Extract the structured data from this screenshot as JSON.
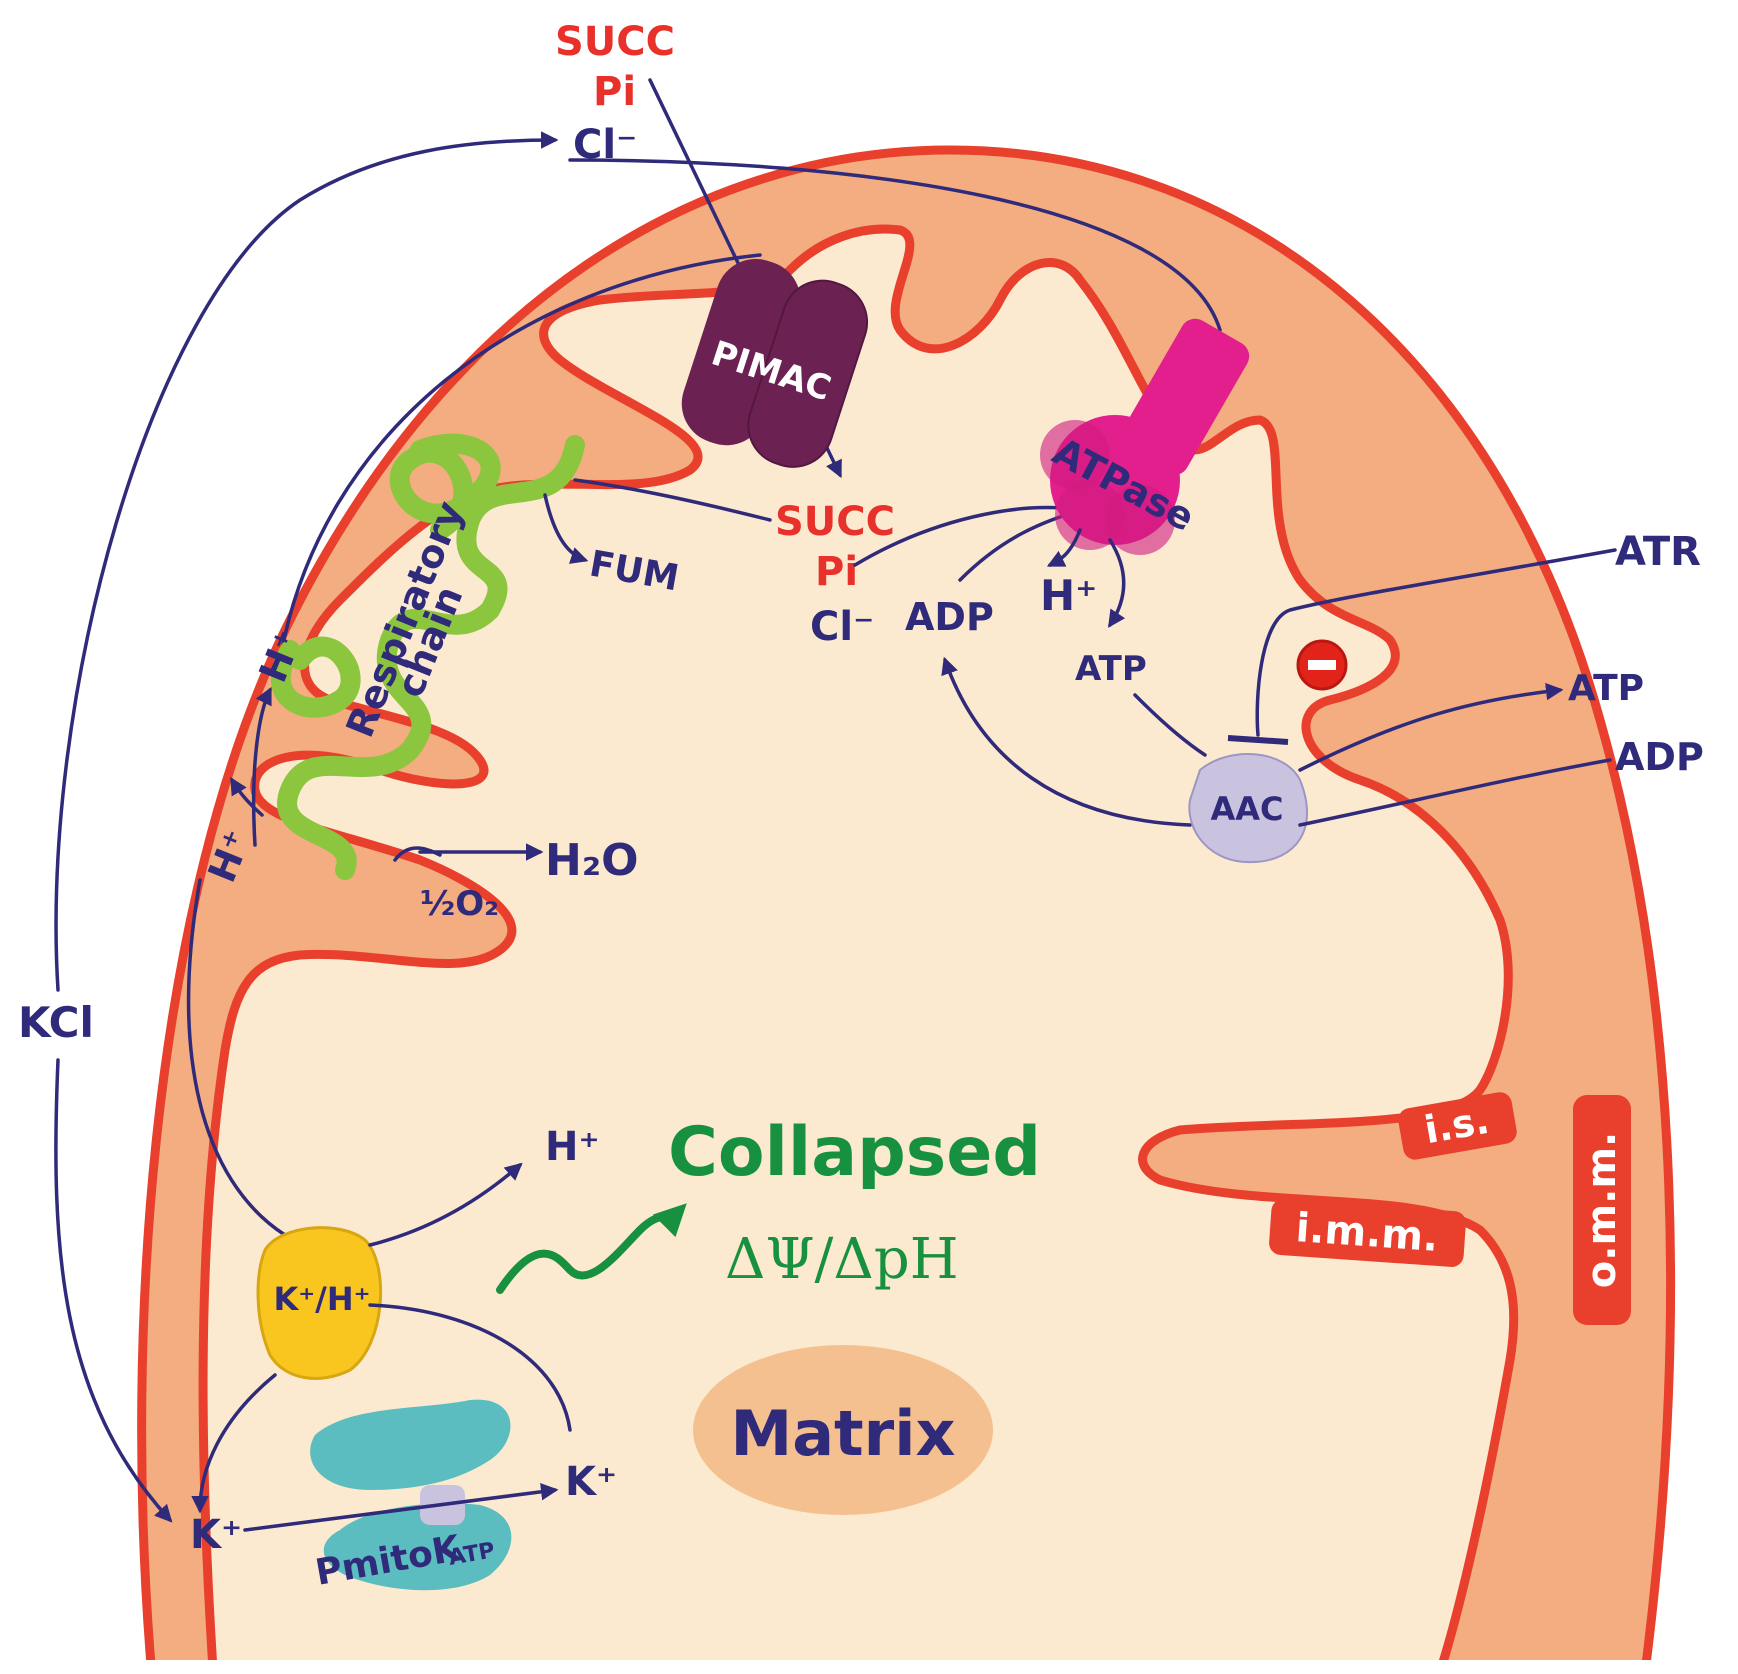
{
  "labels": {
    "succ_top": "SUCC",
    "pi_top": "Pi",
    "cl_top": "Cl⁻",
    "kcl": "KCl",
    "pimac": "PIMAC",
    "respiratory_line1": "Respiratory",
    "respiratory_line2": "chain",
    "fum": "FUM",
    "succ_mid": "SUCC",
    "pi_mid": "Pi",
    "cl_mid": "Cl⁻",
    "adp_mid": "ADP",
    "h_atpase": "H⁺",
    "atp_mid": "ATP",
    "atpase": "ATPase",
    "atr": "ATR",
    "atp_right": "ATP",
    "adp_right": "ADP",
    "aac": "AAC",
    "h2o": "H₂O",
    "o2": "½O₂",
    "h_left_upper": "H⁺",
    "h_left_lower": "H⁺",
    "h_collapse": "H⁺",
    "collapsed": "Collapsed",
    "delta": "ΔΨ/ΔpH",
    "matrix": "Matrix",
    "is": "i.s.",
    "imm": "i.m.m.",
    "omm": "o.m.m.",
    "kh": "K⁺/H⁺",
    "k_right": "K⁺",
    "k_bottom": "K⁺",
    "pmitok": "PmitoK",
    "pmitok_sub": "ATP"
  },
  "colors": {
    "outer_membrane": "#e8402c",
    "intermembrane_space": "#f4ad80",
    "matrix_fill": "#fbeacf",
    "arrow": "#2f2a7a",
    "pimac": "#6b2152",
    "atpase": "#e21f8c",
    "respiratory_chain": "#8cc63f",
    "aac": "#c9c3e0",
    "kh_exchanger": "#f8c61e",
    "pmitok": "#5bbdc0",
    "collapsed_text": "#17913f",
    "matrix_badge": "#f5c090",
    "inhibition": "#e2231a"
  },
  "icons": {
    "inhibition": "minus-circle-icon"
  }
}
